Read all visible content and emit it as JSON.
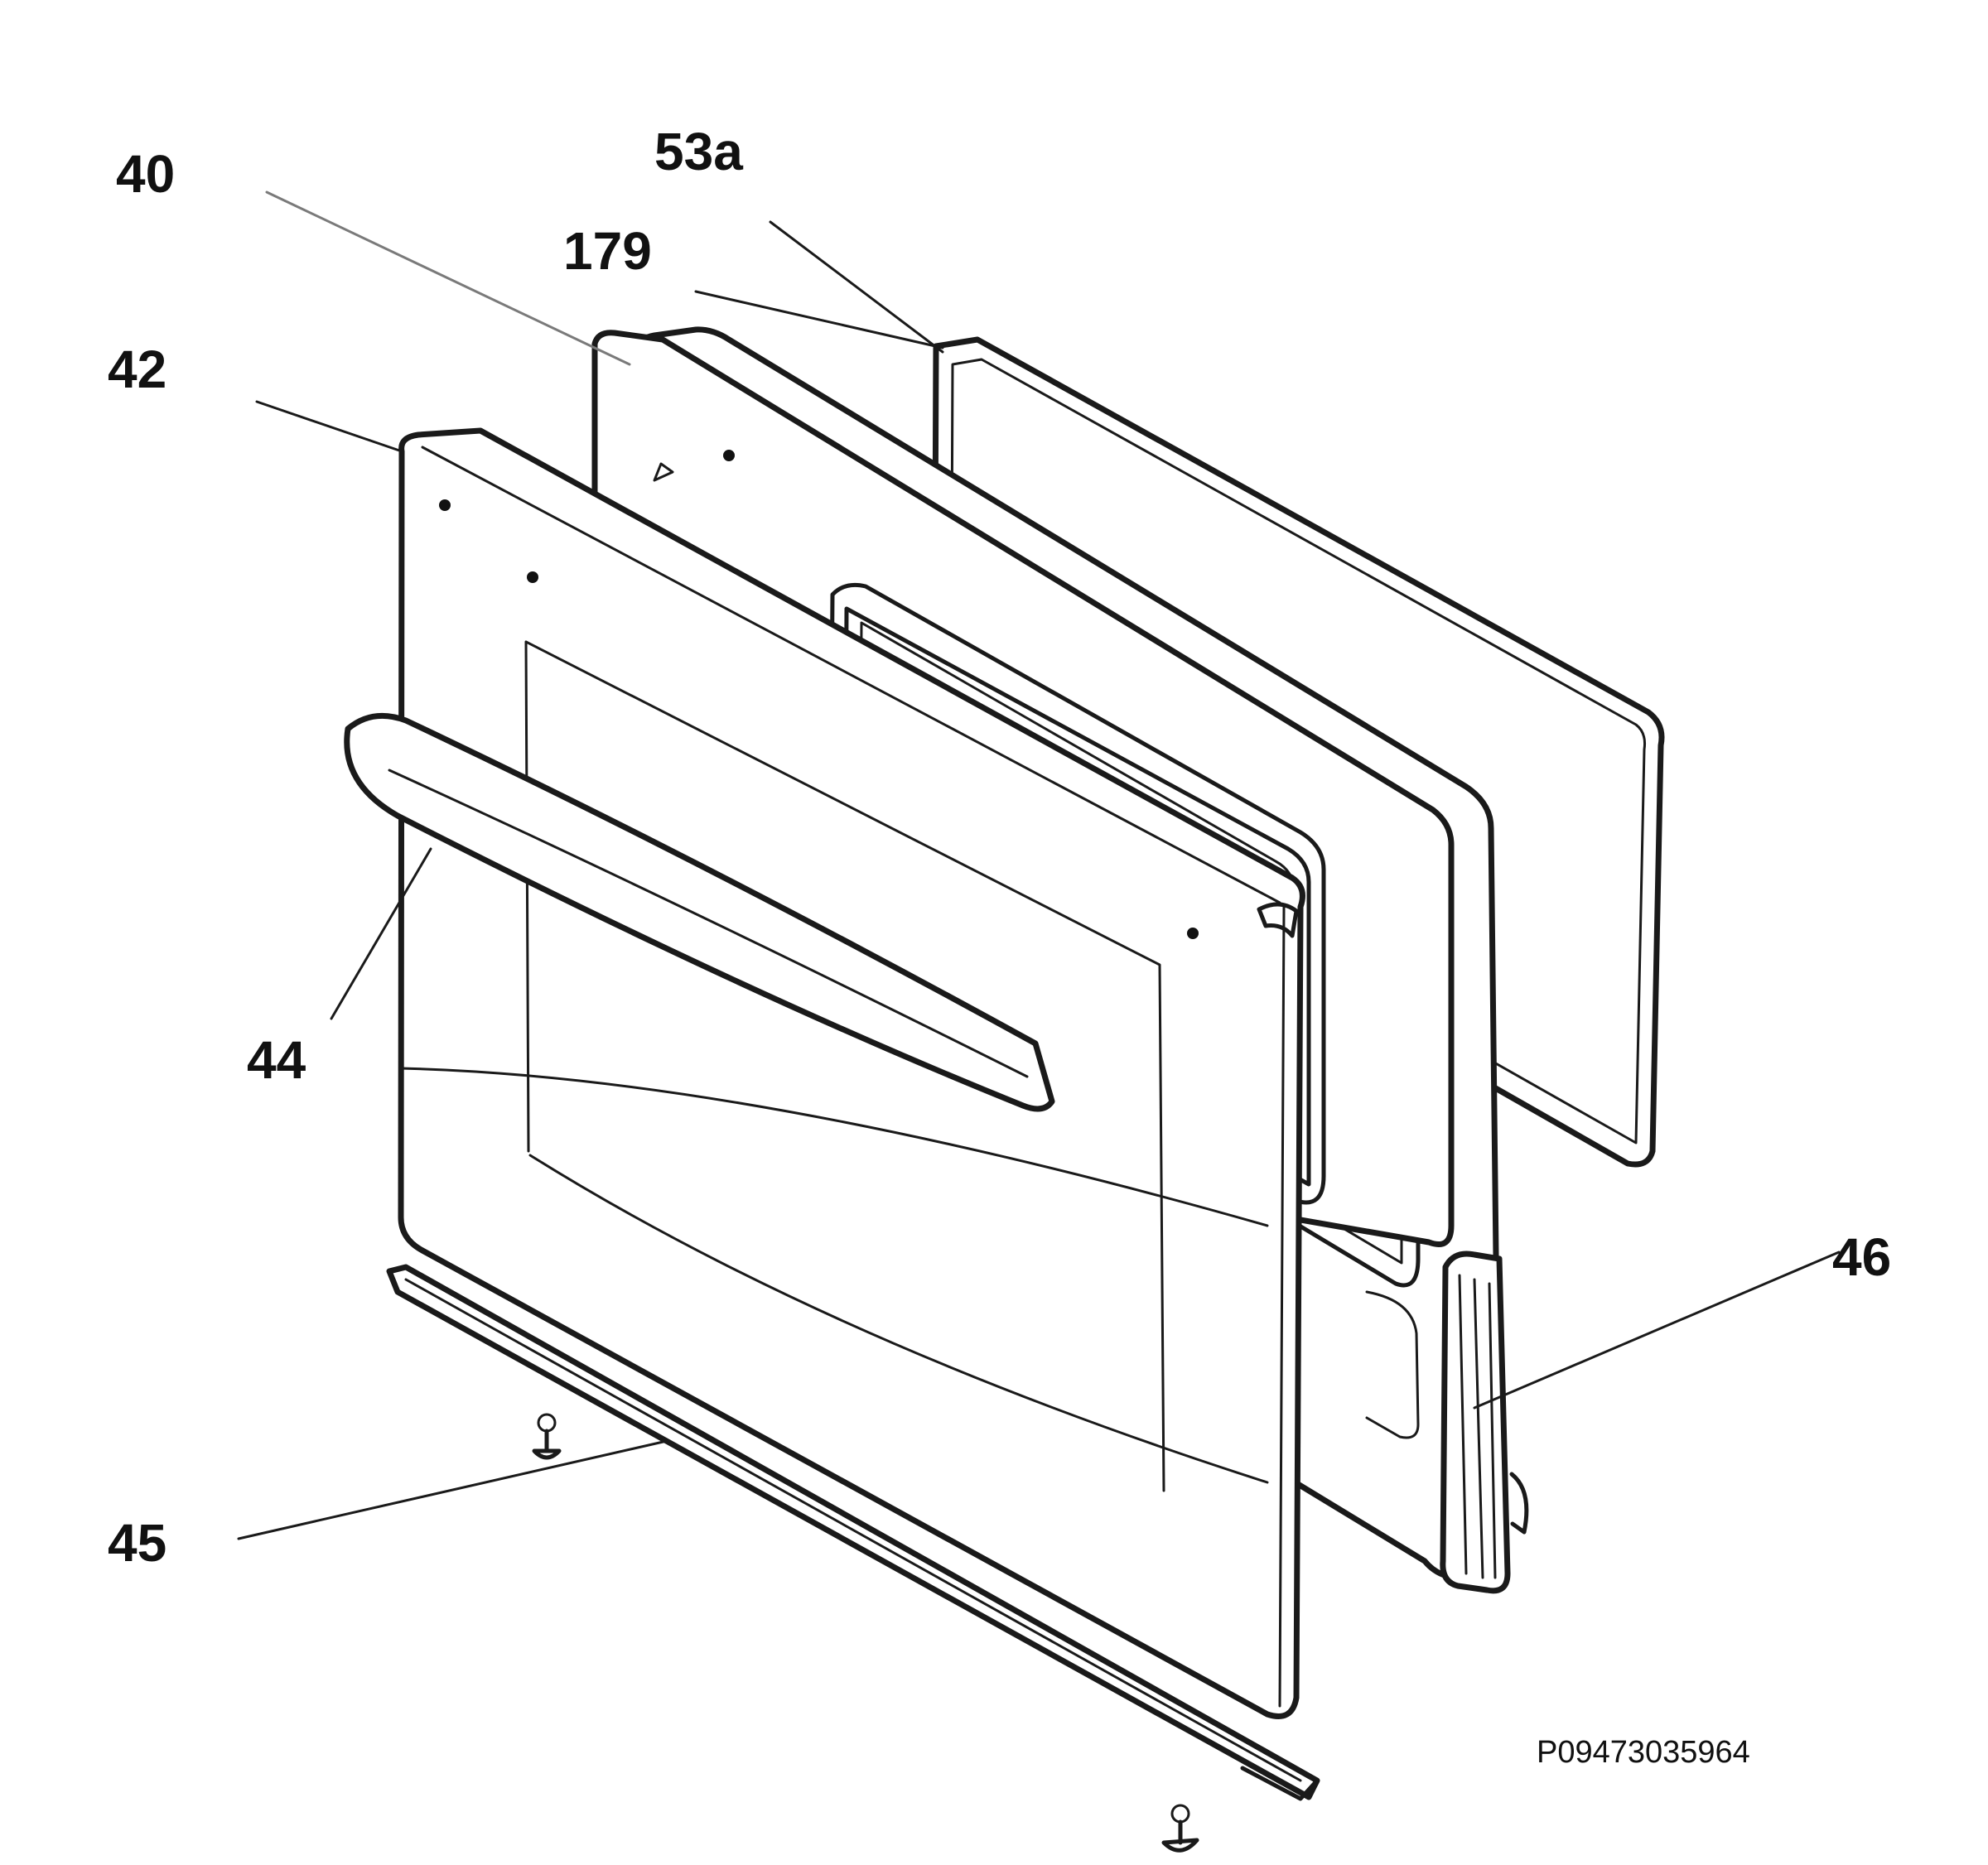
{
  "diagram": {
    "callouts": [
      {
        "id": "40",
        "label": "40"
      },
      {
        "id": "53a",
        "label": "53a"
      },
      {
        "id": "179",
        "label": "179"
      },
      {
        "id": "42",
        "label": "42"
      },
      {
        "id": "44",
        "label": "44"
      },
      {
        "id": "46",
        "label": "46"
      },
      {
        "id": "45",
        "label": "45"
      }
    ],
    "drawing_code": "P09473035964"
  }
}
